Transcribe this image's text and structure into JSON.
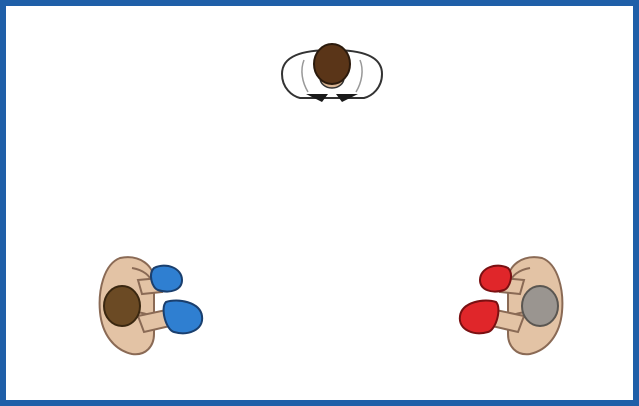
{
  "scene": {
    "border_color": "#1f5fa8",
    "background_color": "#ffffff",
    "figures": [
      {
        "role": "referee",
        "icon": "referee-topdown-icon",
        "shirt_color": "#ffffff",
        "hair_color": "#5a3518"
      },
      {
        "role": "blue-corner-boxer",
        "icon": "boxer-topdown-icon",
        "glove_color": "#2f7fd1",
        "hair_color": "#6b4a24",
        "skin_color": "#e3c3a5"
      },
      {
        "role": "red-corner-boxer",
        "icon": "boxer-topdown-icon",
        "glove_color": "#e0262a",
        "hair_color": "#9a9590",
        "skin_color": "#e3c3a5"
      }
    ]
  }
}
